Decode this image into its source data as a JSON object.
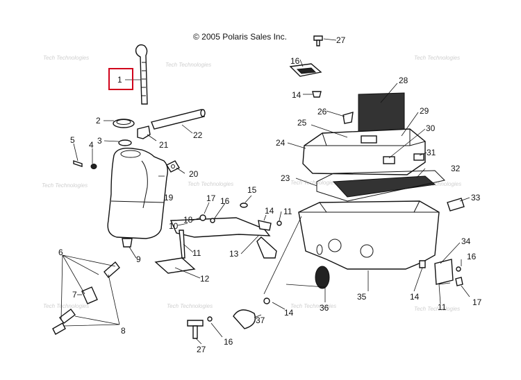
{
  "copyright": "© 2005 Polaris Sales Inc.",
  "watermark": "Tech Technologies",
  "highlight_color": "#d0021b",
  "callouts": {
    "c1": "1",
    "c2": "2",
    "c3": "3",
    "c4": "4",
    "c5": "5",
    "c6": "6",
    "c7": "7",
    "c8": "8",
    "c9": "9",
    "c10": "10",
    "c11a": "11",
    "c11b": "11",
    "c11c": "11",
    "c12": "12",
    "c13": "13",
    "c14a": "14",
    "c14b": "14",
    "c14c": "14",
    "c14d": "14",
    "c15": "15",
    "c16a": "16",
    "c16b": "16",
    "c16c": "16",
    "c16d": "16",
    "c17a": "17",
    "c17b": "17",
    "c18": "18",
    "c19": "19",
    "c20": "20",
    "c21": "21",
    "c22": "22",
    "c23": "23",
    "c24": "24",
    "c25": "25",
    "c26": "26",
    "c27a": "27",
    "c27b": "27",
    "c28": "28",
    "c29": "29",
    "c30": "30",
    "c31": "31",
    "c32": "32",
    "c33": "33",
    "c34": "34",
    "c35": "35",
    "c36": "36",
    "c37": "37"
  }
}
